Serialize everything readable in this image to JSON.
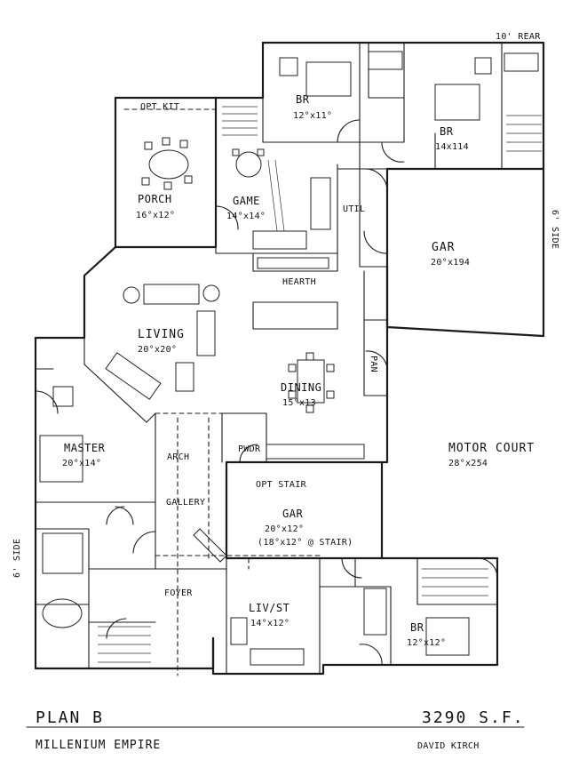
{
  "title": "PLAN B",
  "area": "3290 S.F.",
  "series_name": "MILLENIUM EMPIRE",
  "designer": "DAVID KIRCH",
  "annotations": {
    "rear": "10' REAR",
    "side_right": "6' SIDE",
    "side_left": "6' SIDE",
    "opt_kit": "OPT KIT",
    "hearth": "HEARTH",
    "util": "UTIL",
    "pan": "PAN",
    "pwdr": "PWDR",
    "arch": "ARCH",
    "gallery": "GALLERY",
    "opt_stair": "OPT STAIR",
    "foyer": "FOYER"
  },
  "rooms": {
    "br1": {
      "name": "BR",
      "dim": "12°x11°"
    },
    "br2": {
      "name": "BR",
      "dim": "14x114"
    },
    "porch": {
      "name": "PORCH",
      "dim": "16°x12°"
    },
    "game": {
      "name": "GAME",
      "dim": "14°x14°"
    },
    "gar_rear": {
      "name": "GAR",
      "dim": "20°x194"
    },
    "living": {
      "name": "LIVING",
      "dim": "20°x20°"
    },
    "dining": {
      "name": "DINING",
      "dim": "15°x13"
    },
    "motor_court": {
      "name": "MOTOR COURT",
      "dim": "28°x254"
    },
    "master": {
      "name": "MASTER",
      "dim": "20°x14°"
    },
    "gar_front": {
      "name": "GAR",
      "dim": "20°x12°",
      "note": "(18°x12° @ STAIR)"
    },
    "livst": {
      "name": "LIV/ST",
      "dim": "14°x12°"
    },
    "br3": {
      "name": "BR",
      "dim": "12°x12°"
    }
  }
}
